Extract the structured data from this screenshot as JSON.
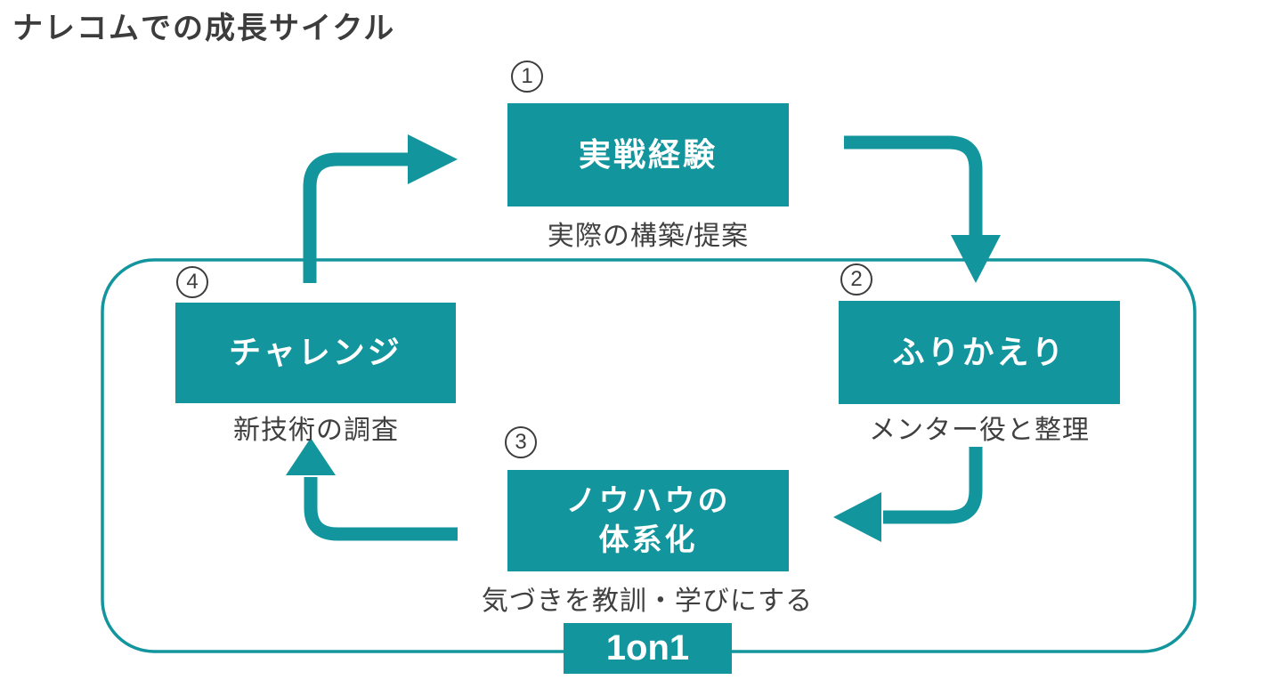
{
  "title": "ナレコムでの成長サイクル",
  "loop_label": "1on1",
  "colors": {
    "teal": "#12959D",
    "dark_text": "#3d3d3d",
    "box_text": "#ffffff"
  },
  "steps": [
    {
      "number": "1",
      "label": "実戦経験",
      "caption": "実際の構築/提案"
    },
    {
      "number": "2",
      "label": "ふりかえり",
      "caption": "メンター役と整理"
    },
    {
      "number": "3",
      "label": "ノウハウの\n体系化",
      "caption": "気づきを教訓・学びにする"
    },
    {
      "number": "4",
      "label": "チャレンジ",
      "caption": "新技術の調査"
    }
  ],
  "icons": {
    "cycle_border": "rounded-rectangle-loop-outline",
    "arrows": [
      "arrow-4-to-1",
      "arrow-1-to-2",
      "arrow-2-to-3",
      "arrow-3-to-4"
    ]
  }
}
